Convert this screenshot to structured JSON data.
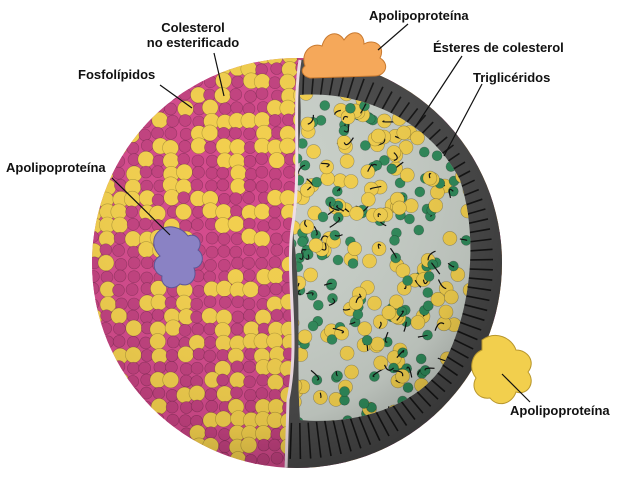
{
  "labels": {
    "colesterol_line1": "Colesterol",
    "colesterol_line2": "no esterificado",
    "fosfolipidos": "Fosfolípidos",
    "apo_top": "Apolipoproteína",
    "apo_left": "Apolipoproteína",
    "apo_bottom_right": "Apolipoproteína",
    "esteres": "Ésteres de colesterol",
    "trigliceridos": "Triglicéridos"
  },
  "colors": {
    "phospholipid_head": "#c2417f",
    "cholesterol": "#f2cf4d",
    "ester": "#2f8a5a",
    "lipid_tail_band": "#4a4a4a",
    "apo_top": "#f5a85a",
    "apo_left": "#8a82c4",
    "apo_right": "#f2cf4d"
  }
}
